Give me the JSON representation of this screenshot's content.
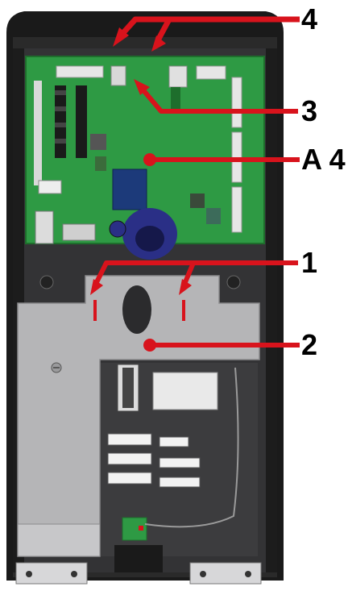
{
  "callouts": [
    {
      "id": "4",
      "label": "4"
    },
    {
      "id": "3",
      "label": "3"
    },
    {
      "id": "A4",
      "label": "A 4"
    },
    {
      "id": "1",
      "label": "1"
    },
    {
      "id": "2",
      "label": "2"
    }
  ],
  "colors": {
    "housing": "#1f1f1f",
    "housing_edge": "#3a3a3a",
    "pcb": "#2e9a44",
    "pcb_dark": "#1e6e2c",
    "cover_plate": "#b5b5b7",
    "cover_plate_edge": "#8a8a8c",
    "arrow": "#d8131c",
    "choke": "#2a2f86",
    "relay_white": "#f2f2f2"
  }
}
